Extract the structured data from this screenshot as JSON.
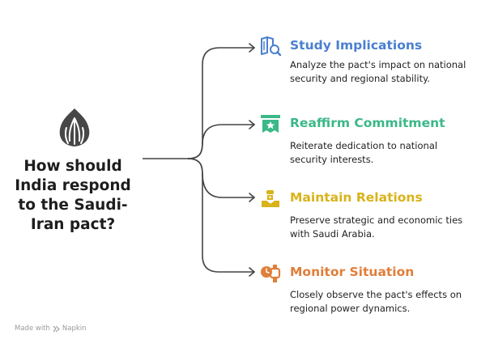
{
  "question": "How should\nIndia respond\nto the Saudi-\nIran pact?",
  "branches": [
    {
      "title": "Study Implications",
      "description": "Analyze the pact's impact on national security and regional stability.",
      "icon": "document-search-icon",
      "color": "#4a7fd0"
    },
    {
      "title": "Reaffirm Commitment",
      "description": "Reiterate dedication to national security interests.",
      "icon": "star-banner-icon",
      "color": "#3bb888"
    },
    {
      "title": "Maintain Relations",
      "description": "Preserve strategic and economic ties with Saudi Arabia.",
      "icon": "handshake-icon",
      "color": "#d9b31a"
    },
    {
      "title": "Monitor Situation",
      "description": "Closely observe the pact's effects on regional power dynamics.",
      "icon": "watch-icon",
      "color": "#e07e3a"
    }
  ],
  "footer": {
    "made_with": "Made with",
    "brand": "Napkin"
  }
}
